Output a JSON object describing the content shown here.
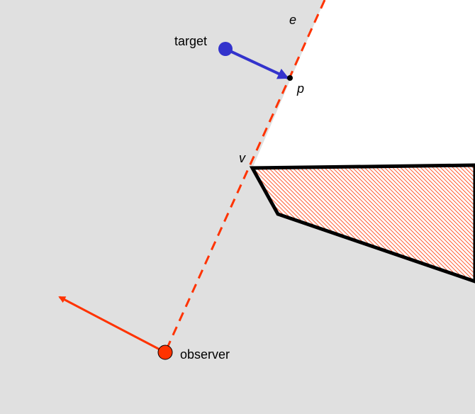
{
  "labels": {
    "target": "target",
    "observer": "observer",
    "e": "e",
    "p": "p",
    "v": "v"
  },
  "colors": {
    "background": "#e0e0e0",
    "visible_region": "#ffffff",
    "sight_line": "#ff3300",
    "observer": "#ff3300",
    "target": "#3333cc",
    "obstacle_hatch": "#ff3300",
    "outline": "#000000"
  }
}
